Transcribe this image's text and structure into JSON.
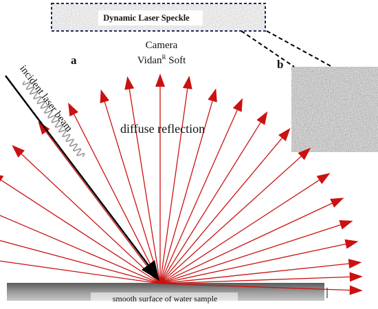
{
  "labels": {
    "speckle_title": "Dynamic Laser Speckle",
    "panel_a": "a",
    "panel_b": "b",
    "camera_line1": "Camera",
    "camera_line2_main": "Vidan",
    "camera_line2_sup": "R",
    "camera_line2_tail": " Soft",
    "diffuse": "diffuse reflection",
    "incident": "incident laser beam",
    "surface": "smooth surface of water sample"
  },
  "colors": {
    "reflection_arrows": "#cc1111",
    "incident_beam": "#000000",
    "speckle_box_border": "#1f2a5c",
    "surface_fill": "#8a8a8a",
    "zoom_dashed_lines": "#000000"
  },
  "reflection_arrow_count": 23,
  "icons": {
    "speckle_strip": "speckle-noise-texture",
    "speckle_zoom": "speckle-noise-texture",
    "laser_wave": "sine-wave-icon"
  }
}
